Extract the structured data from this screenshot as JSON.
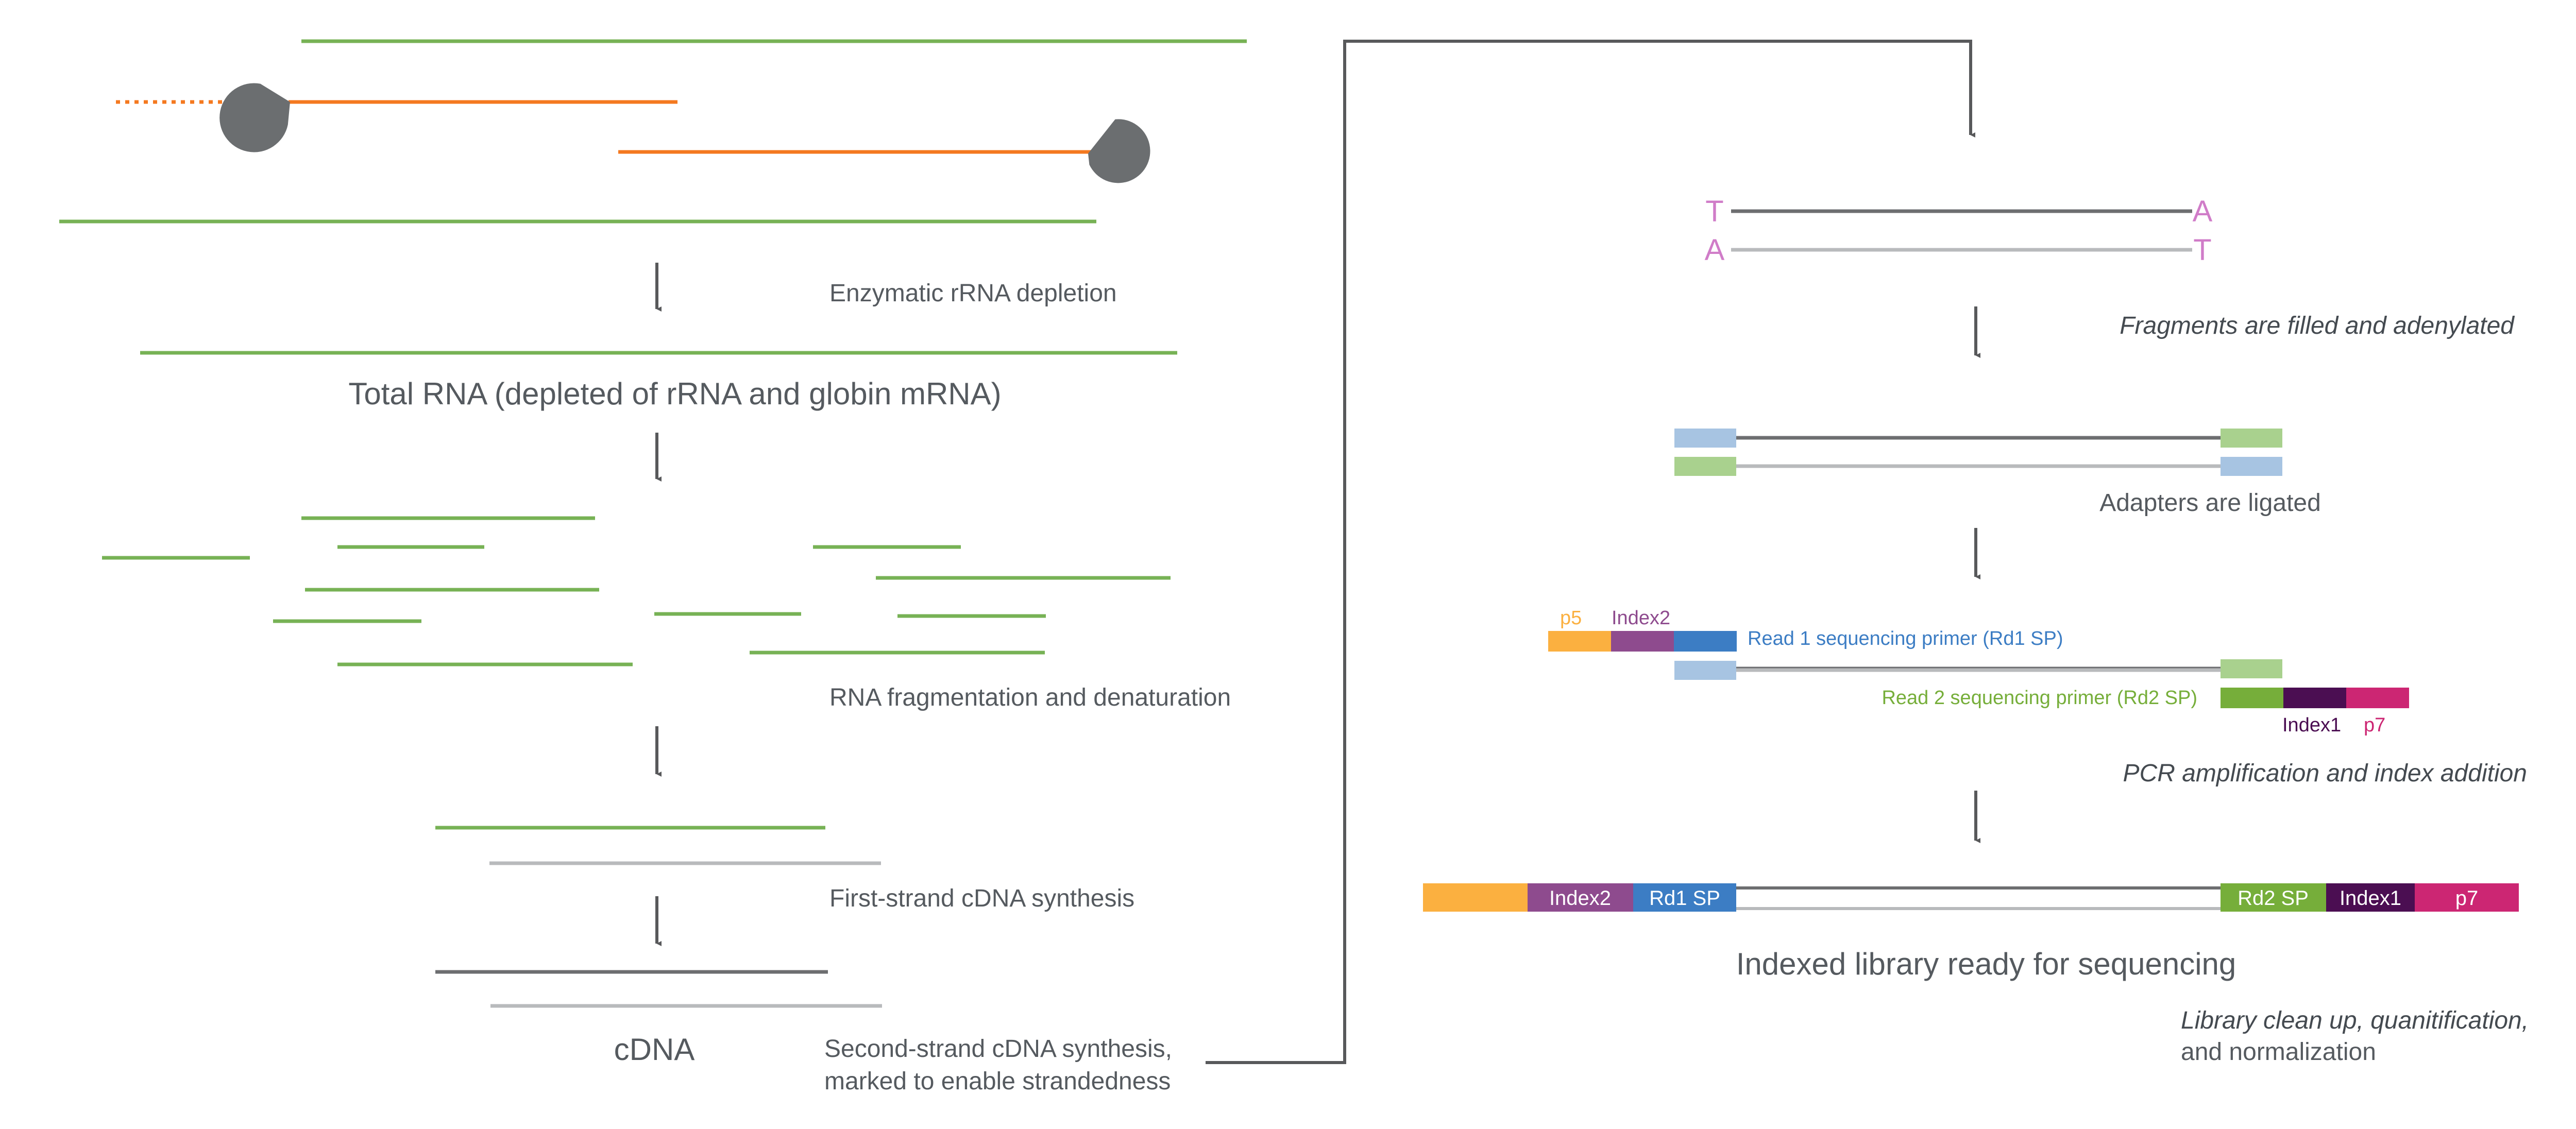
{
  "colors": {
    "rna_green": "#77b255",
    "rrna_orange": "#f47920",
    "enzyme_gray": "#6b6e70",
    "dark_strand": "#6d6e70",
    "light_strand": "#b8babc",
    "arrow": "#58595b",
    "base_pink": "#d07cc8",
    "adapter_blue": "#a7c4e2",
    "adapter_green": "#a9d18e",
    "p5_orange": "#fbb040",
    "index2_purple": "#8e4b8e",
    "rd1_blue": "#3c7dc4",
    "rd2_green": "#76ae3a",
    "index1_dark": "#4b0e52",
    "p7_magenta": "#cc2673"
  },
  "labels": {
    "enzymatic_depletion": "Enzymatic rRNA depletion",
    "total_rna": "Total RNA (depleted of rRNA and globin mRNA)",
    "fragmentation": "RNA fragmentation and denaturation",
    "first_strand": "First-strand cDNA synthesis",
    "cdna": "cDNA",
    "second_strand_1": "Second-strand cDNA synthesis,",
    "second_strand_2": "marked to enable strandedness",
    "filled_adenylated": "Fragments are filled and adenylated",
    "adapters_ligated": "Adapters are ligated",
    "pcr_amplification": "PCR amplification and index addition",
    "indexed_library": "Indexed library ready for sequencing",
    "cleanup_1": "Library clean up, quanitification,",
    "cleanup_2": "and normalization"
  },
  "bases": {
    "top_left": "T",
    "top_right": "A",
    "bottom_left": "A",
    "bottom_right": "T"
  },
  "adapter_labels": {
    "p5": "p5",
    "index2": "Index2",
    "read1_primer": "Read 1 sequencing primer (Rd1 SP)",
    "read2_primer": "Read 2 sequencing primer (Rd2 SP)",
    "index1": "Index1",
    "p7": "p7"
  },
  "library_labels": {
    "index2": "Index2",
    "rd1_sp": "Rd1 SP",
    "rd2_sp": "Rd2 SP",
    "index1": "Index1",
    "p7": "p7"
  }
}
